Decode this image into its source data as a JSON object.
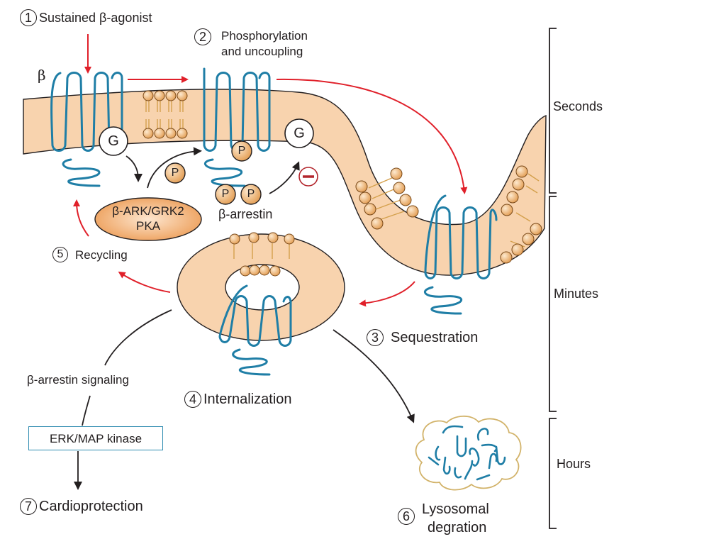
{
  "diagram": {
    "title": "Beta-adrenergic receptor desensitization and trafficking",
    "steps": [
      {
        "num": "1",
        "label": "Sustained β-agonist"
      },
      {
        "num": "2",
        "label_line1": "Phosphorylation",
        "label_line2": "and uncoupling"
      },
      {
        "num": "3",
        "label": "Sequestration"
      },
      {
        "num": "4",
        "label": "Internalization"
      },
      {
        "num": "5",
        "label": "Recycling"
      },
      {
        "num": "6",
        "label_line1": "Lysosomal",
        "label_line2": "degration"
      },
      {
        "num": "7",
        "label": "Cardioprotection"
      }
    ],
    "molecules": {
      "receptor": "β",
      "g_protein": "G",
      "phosphate": "P",
      "kinase_line1": "β-ARK/GRK2",
      "kinase_line2": "PKA",
      "arrestin": "β-arrestin",
      "inhibition": "−"
    },
    "pathway": {
      "signaling": "β-arrestin signaling",
      "erk": "ERK/MAP kinase"
    },
    "timescale": [
      "Seconds",
      "Minutes",
      "Hours"
    ],
    "colors": {
      "membrane": "#f8d3ae",
      "receptor": "#1f7ea6",
      "arrow_red": "#e0202a",
      "lipid": "#f0b976",
      "lysosome_border": "#d2b36a"
    }
  }
}
